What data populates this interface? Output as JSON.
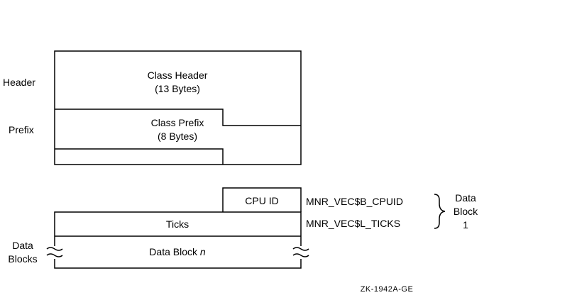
{
  "header_section": {
    "side_label": "Header",
    "class_header_title": "Class Header",
    "class_header_size": "(13 Bytes)"
  },
  "prefix_section": {
    "side_label": "Prefix",
    "class_prefix_title": "Class Prefix",
    "class_prefix_size": "(8 Bytes)"
  },
  "data_section": {
    "side_label_line1": "Data",
    "side_label_line2": "Blocks",
    "cpu_id_label": "CPU ID",
    "ticks_label": "Ticks",
    "data_block_n_label": "Data Block ",
    "data_block_n_italic": "n",
    "cpuid_field": "MNR_VEC$B_CPUID",
    "ticks_field": "MNR_VEC$L_TICKS",
    "brace_label_line1": "Data",
    "brace_label_line2": "Block",
    "brace_label_line3": "1"
  },
  "figure_id": "ZK-1942A-GE"
}
